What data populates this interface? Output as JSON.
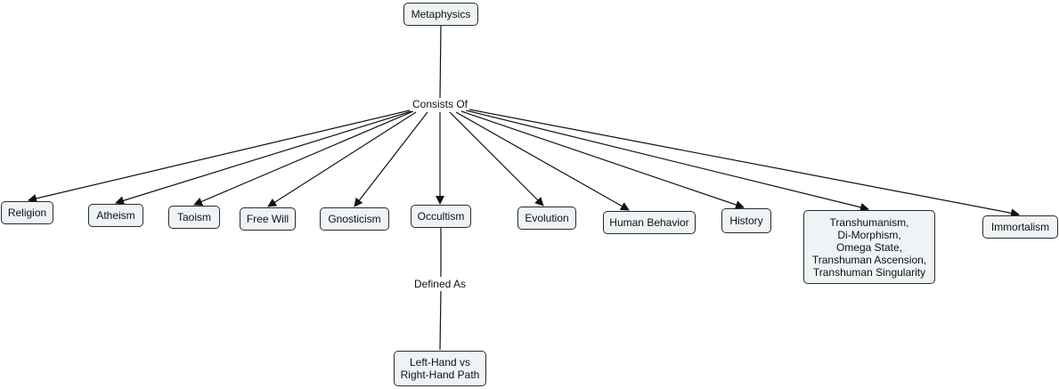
{
  "concept_map": {
    "root": "Metaphysics",
    "link_consists": "Consists Of",
    "link_defined": "Defined As",
    "children": [
      "Religion",
      "Atheism",
      "Taoism",
      "Free Will",
      "Gnosticism",
      "Occultism",
      "Evolution",
      "Human Behavior",
      "History",
      "Transhumanism,\nDi-Morphism,\nOmega State,\nTranshuman Ascension,\nTranshuman Singularity",
      "Immortalism"
    ],
    "occult_child": "Left-Hand vs\nRight-Hand Path"
  }
}
